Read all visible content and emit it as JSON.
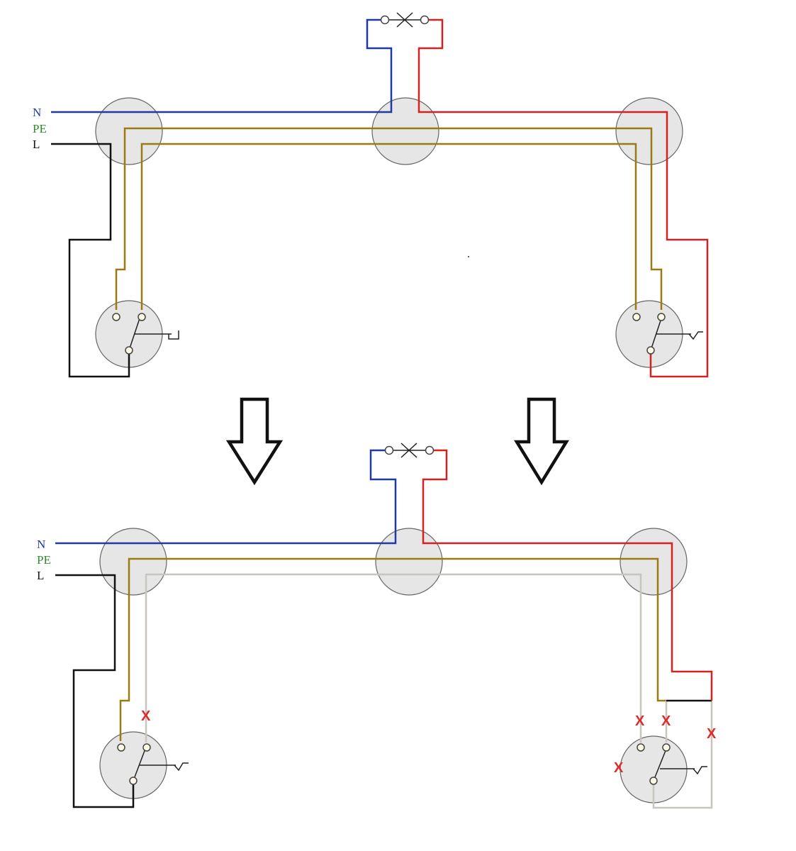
{
  "colors": {
    "neutral": "#1f3ba3",
    "earth": "#9a7a14",
    "line": "#111111",
    "switched": "#d42222",
    "removed": "#c8c4be",
    "label_n": "#1f3ba3",
    "label_pe": "#2e8b2e",
    "label_l": "#111111",
    "cross": "#e02a2a"
  },
  "top": {
    "labels": {
      "n": "N",
      "pe": "PE",
      "l": "L"
    }
  },
  "bottom": {
    "labels": {
      "n": "N",
      "pe": "PE",
      "l": "L"
    },
    "removal_marks": [
      "X",
      "X",
      "X",
      "X",
      "X"
    ]
  },
  "arrows": {
    "count": 2,
    "direction": "down"
  }
}
